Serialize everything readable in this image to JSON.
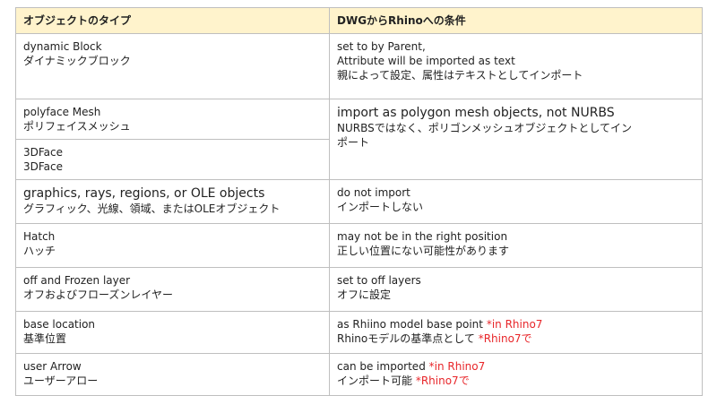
{
  "header": {
    "col_object": "オブジェクトのタイプ",
    "col_condition": "DWGからRhinoへの条件"
  },
  "rows": [
    {
      "obj_en": "dynamic Block",
      "obj_ja": "ダイナミックブロック",
      "cond1": "set to by Parent,",
      "cond2": "Attribute will be imported as text",
      "cond3": "親によって設定、属性はテキストとしてインポート"
    },
    {
      "obj_en": "polyface Mesh",
      "obj_ja": "ポリフェイスメッシュ",
      "cond1": "import as polygon mesh objects, not NURBS",
      "cond2": "NURBSではなく、ポリゴンメッシュオブジェクトとしてイン",
      "cond3": "ポート"
    },
    {
      "obj_en": "3DFace",
      "obj_ja": "3DFace"
    },
    {
      "obj_en": "graphics, rays, regions, or OLE objects",
      "obj_ja": "グラフィック、光線、領域、またはOLEオブジェクト",
      "cond1": "do not import",
      "cond2": "インポートしない"
    },
    {
      "obj_en": "Hatch",
      "obj_ja": "ハッチ",
      "cond1": "may not be in the right position",
      "cond2": "正しい位置にない可能性があります"
    },
    {
      "obj_en": "off and Frozen layer",
      "obj_ja": "オフおよびフローズンレイヤー",
      "cond1": "set to off layers",
      "cond2": "オフに設定"
    },
    {
      "obj_en": "base location",
      "obj_ja": "基準位置",
      "cond1": "as Rhiino model base point ",
      "cond1_red": "*in Rhino7",
      "cond2": "Rhinoモデルの基準点として ",
      "cond2_red": "*Rhino7で"
    },
    {
      "obj_en": "user Arrow",
      "obj_ja": "ユーザーアロー",
      "cond1": "can be imported ",
      "cond1_red": "*in Rhino7",
      "cond2": "インポート可能 ",
      "cond2_red": "*Rhino7で"
    }
  ],
  "colors": {
    "header_bg": "#fff3cc",
    "border": "#bfbfbf",
    "note_red": "#e8262a"
  }
}
